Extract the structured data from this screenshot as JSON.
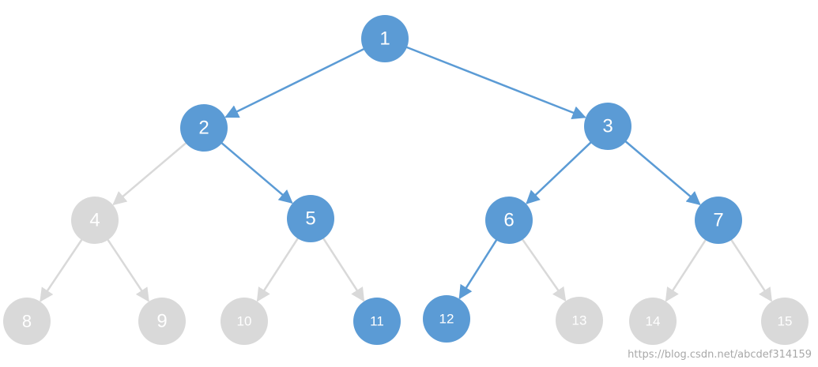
{
  "colors": {
    "highlight_fill": "#5b9bd5",
    "highlight_edge": "#5b9bd5",
    "inactive_fill": "#d9d9d9",
    "inactive_edge": "#d9d9d9",
    "label": "#ffffff"
  },
  "nodes": [
    {
      "id": "1",
      "label": "1",
      "highlighted": true
    },
    {
      "id": "2",
      "label": "2",
      "highlighted": true
    },
    {
      "id": "3",
      "label": "3",
      "highlighted": true
    },
    {
      "id": "4",
      "label": "4",
      "highlighted": false
    },
    {
      "id": "5",
      "label": "5",
      "highlighted": true
    },
    {
      "id": "6",
      "label": "6",
      "highlighted": true
    },
    {
      "id": "7",
      "label": "7",
      "highlighted": true
    },
    {
      "id": "8",
      "label": "8",
      "highlighted": false
    },
    {
      "id": "9",
      "label": "9",
      "highlighted": false
    },
    {
      "id": "10",
      "label": "10",
      "highlighted": false
    },
    {
      "id": "11",
      "label": "11",
      "highlighted": true
    },
    {
      "id": "12",
      "label": "12",
      "highlighted": true
    },
    {
      "id": "13",
      "label": "13",
      "highlighted": false
    },
    {
      "id": "14",
      "label": "14",
      "highlighted": false
    },
    {
      "id": "15",
      "label": "15",
      "highlighted": false
    }
  ],
  "edges": [
    {
      "from": "1",
      "to": "2",
      "highlighted": true
    },
    {
      "from": "1",
      "to": "3",
      "highlighted": true
    },
    {
      "from": "2",
      "to": "4",
      "highlighted": false
    },
    {
      "from": "2",
      "to": "5",
      "highlighted": true
    },
    {
      "from": "3",
      "to": "6",
      "highlighted": true
    },
    {
      "from": "3",
      "to": "7",
      "highlighted": true
    },
    {
      "from": "4",
      "to": "8",
      "highlighted": false
    },
    {
      "from": "4",
      "to": "9",
      "highlighted": false
    },
    {
      "from": "5",
      "to": "10",
      "highlighted": false
    },
    {
      "from": "5",
      "to": "11",
      "highlighted": false
    },
    {
      "from": "6",
      "to": "12",
      "highlighted": true
    },
    {
      "from": "6",
      "to": "13",
      "highlighted": false
    },
    {
      "from": "7",
      "to": "14",
      "highlighted": false
    },
    {
      "from": "7",
      "to": "15",
      "highlighted": false
    }
  ],
  "watermark": "https://blog.csdn.net/abcdef314159"
}
